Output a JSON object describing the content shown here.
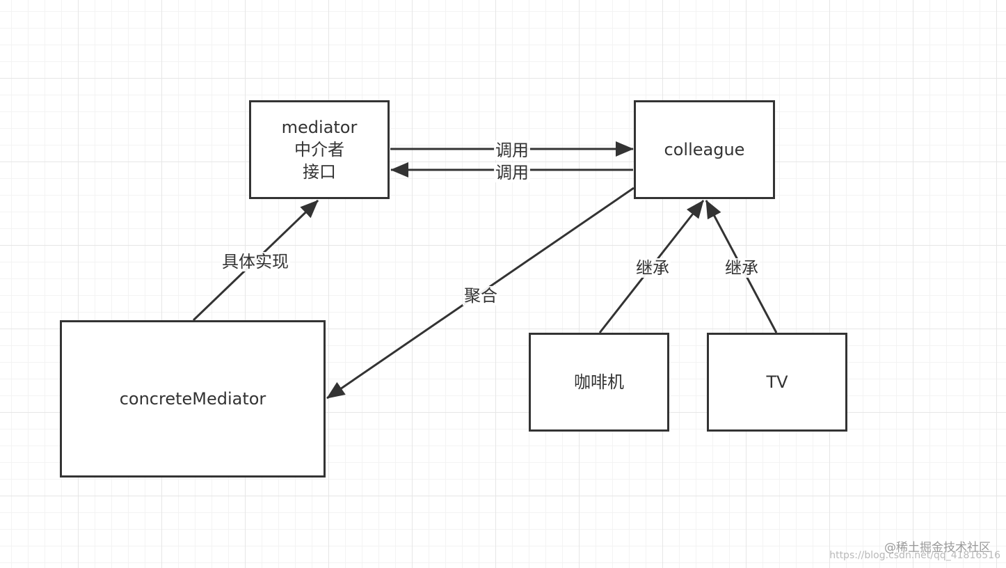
{
  "nodes": {
    "mediator": {
      "line1": "mediator",
      "line2": "中介者",
      "line3": "接口"
    },
    "colleague": {
      "label": "colleague"
    },
    "concrete_mediator": {
      "label": "concreteMediator"
    },
    "coffee_machine": {
      "label": "咖啡机"
    },
    "tv": {
      "label": "TV"
    }
  },
  "edges": {
    "call_forward": "调用",
    "call_back": "调用",
    "implements": "具体实现",
    "aggregation": "聚合",
    "inherit_coffee": "继承",
    "inherit_tv": "继承"
  },
  "watermark": {
    "line1": "@稀土掘金技术社区",
    "line2": "https://blog.csdn.net/qq_41816516"
  },
  "colors": {
    "stroke": "#333333",
    "grid": "#e6e6e6"
  }
}
